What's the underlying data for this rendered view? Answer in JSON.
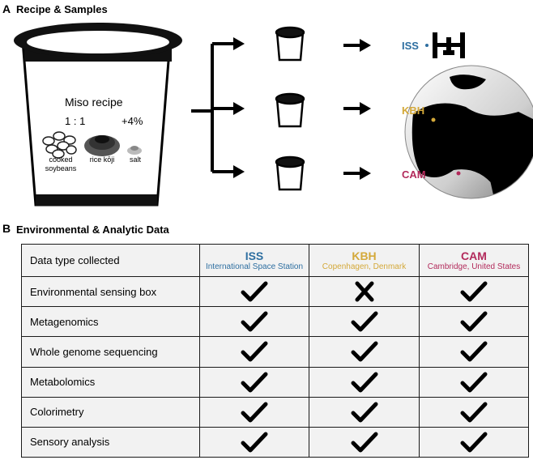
{
  "panel_a": {
    "letter": "A",
    "title": "Recipe & Samples"
  },
  "panel_b": {
    "letter": "B",
    "title": "Environmental & Analytic Data"
  },
  "recipe": {
    "title": "Miso recipe",
    "ratio": "1 : 1",
    "salt_pct": "+4%",
    "ingredients": [
      {
        "label_lines": [
          "cooked",
          "soybeans"
        ]
      },
      {
        "label_lines": [
          "rice kōji"
        ]
      },
      {
        "label_lines": [
          "salt"
        ]
      }
    ]
  },
  "sites": [
    {
      "code": "ISS",
      "name": "International Space Station",
      "color": "#2d6ea0"
    },
    {
      "code": "KBH",
      "name": "Copenhagen, Denmark",
      "color": "#d4a93a"
    },
    {
      "code": "CAM",
      "name": "Cambridge, United States",
      "color": "#b22a5b"
    }
  ],
  "table": {
    "header_label": "Data type collected",
    "rows": [
      {
        "label": "Environmental sensing box",
        "marks": [
          "check",
          "cross",
          "check"
        ]
      },
      {
        "label": "Metagenomics",
        "marks": [
          "check",
          "check",
          "check"
        ]
      },
      {
        "label": "Whole genome sequencing",
        "marks": [
          "check",
          "check",
          "check"
        ]
      },
      {
        "label": "Metabolomics",
        "marks": [
          "check",
          "check",
          "check"
        ]
      },
      {
        "label": "Colorimetry",
        "marks": [
          "check",
          "check",
          "check"
        ]
      },
      {
        "label": "Sensory analysis",
        "marks": [
          "check",
          "check",
          "check"
        ]
      }
    ]
  },
  "icons": {
    "check": "checkmark-icon",
    "cross": "cross-icon",
    "station": "space-station-icon",
    "globe": "globe-icon"
  }
}
